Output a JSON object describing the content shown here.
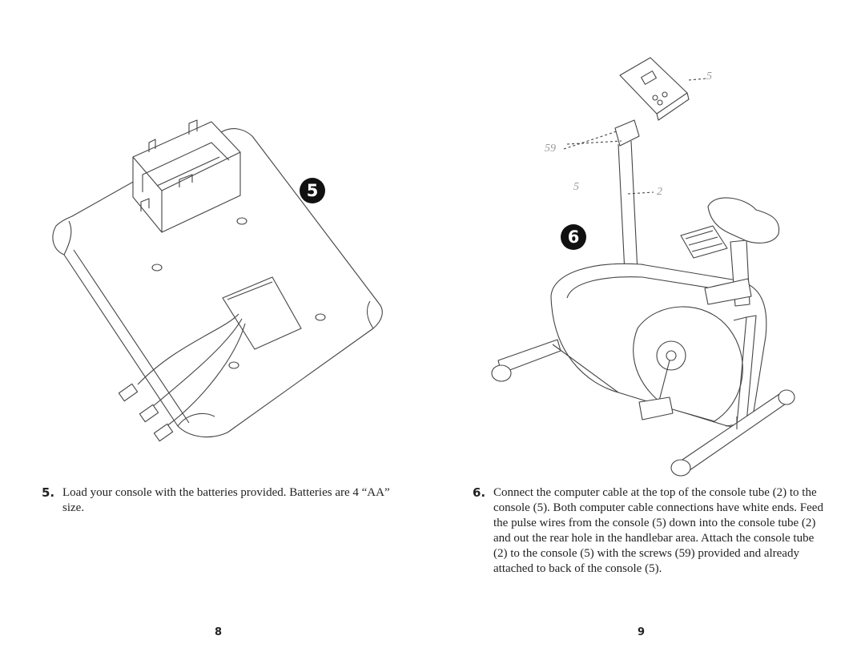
{
  "left_page": {
    "badge": "5",
    "step_number": "5.",
    "step_text": "Load your console with the batteries provided. Batteries are 4 “AA” size.",
    "page_number": "8"
  },
  "right_page": {
    "badge": "6",
    "callouts": {
      "console": "5",
      "screws": "59",
      "tube_side": "5",
      "tube": "2"
    },
    "step_number": "6.",
    "step_text": "Connect the computer cable at the top of the console tube (2) to the console (5). Both computer cable connections have white ends. Feed the pulse wires from the console (5) down into the console tube (2) and out the rear hole in the handlebar area. Attach the console tube (2) to the console (5) with the screws (59) provided and already attached to back of the console (5).",
    "page_number": "9"
  }
}
